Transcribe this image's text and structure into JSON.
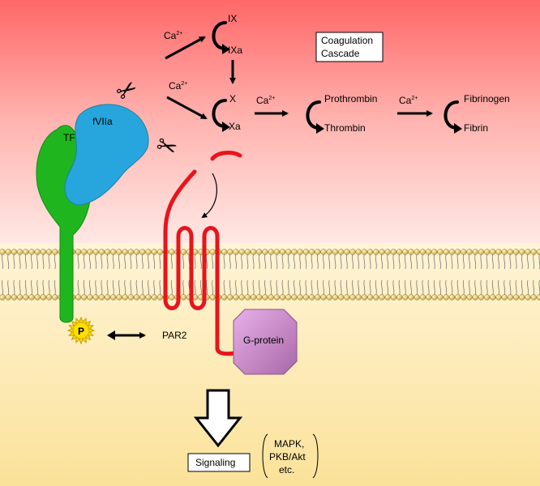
{
  "colors": {
    "top_gradient_start": "#ff6868",
    "top_gradient_end": "#ffe6e2",
    "bottom_gradient_start": "#fff3cf",
    "bottom_gradient_end": "#fbe39a",
    "tf_green": "#1fb51f",
    "fviia_blue": "#26a6dc",
    "par2_red": "#e8141c",
    "gprotein_purple": "#cc88cc",
    "phosphate_yellow": "#ffe000"
  },
  "cascade": {
    "ca_main": "Ca",
    "ca_sup": "2+",
    "ix": "IX",
    "ixa": "IXa",
    "x": "X",
    "xa": "Xa",
    "prothrombin": "Prothrombin",
    "thrombin": "Thrombin",
    "fibrinogen": "Fibrinogen",
    "fibrin": "Fibrin",
    "title_line1": "Coagulation",
    "title_line2": "Cascade"
  },
  "labels": {
    "tf": "TF",
    "fviia": "fVIIa",
    "phosphate": "P",
    "par2": "PAR2",
    "gprotein": "G-protein",
    "signaling": "Signaling",
    "effectors_line1": "MAPK,",
    "effectors_line2": "PKB/Akt",
    "effectors_line3": "etc."
  },
  "icons": [
    "scissors-icon",
    "scissors-icon",
    "curved-arrow-icon",
    "double-headed-arrow-icon",
    "block-arrow-down-icon"
  ]
}
